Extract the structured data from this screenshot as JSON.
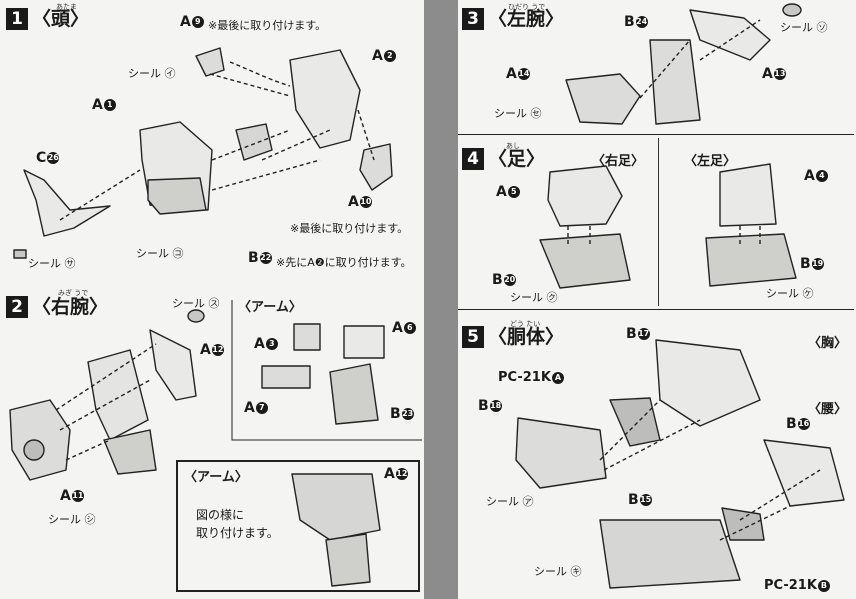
{
  "steps": [
    {
      "num": "1",
      "title": "〈頭〉",
      "ruby": "あたま"
    },
    {
      "num": "2",
      "title": "〈右腕〉",
      "ruby": "みぎ うで"
    },
    {
      "num": "3",
      "title": "〈左腕〉",
      "ruby": "ひだり うで"
    },
    {
      "num": "4",
      "title": "〈足〉",
      "ruby": "あし"
    },
    {
      "num": "5",
      "title": "〈胴体〉",
      "ruby": "どう たい"
    }
  ],
  "head": {
    "a9": "A",
    "a9n": "9",
    "a9_note": "※最後に取り付けます。",
    "a2": "A",
    "a2n": "2",
    "a1": "A",
    "a1n": "1",
    "c26": "C",
    "c26n": "26",
    "a10": "A",
    "a10n": "10",
    "a10_note": "※最後に取り付けます。",
    "b22": "B",
    "b22n": "22",
    "b22_note": "※先にA❷に取り付けます。",
    "seal_i": "シール ㋑",
    "seal_sa": "シール ㋚",
    "seal_ko": "シール ㋙"
  },
  "right_arm": {
    "seal_su": "シール ㋜",
    "a12": "A",
    "a12n": "12",
    "a11": "A",
    "a11n": "11",
    "seal_shi": "シール ㋛",
    "arm_label": "〈アーム〉",
    "a3": "A",
    "a3n": "3",
    "a6": "A",
    "a6n": "6",
    "a7": "A",
    "a7n": "7",
    "b23": "B",
    "b23n": "23",
    "inset_label": "〈アーム〉",
    "inset_a12": "A",
    "inset_a12n": "12",
    "inset_note_1": "図の様に",
    "inset_note_2": "取り付けます。"
  },
  "left_arm": {
    "b24": "B",
    "b24n": "24",
    "seal_so": "シール ㋞",
    "a14": "A",
    "a14n": "14",
    "a13": "A",
    "a13n": "13",
    "seal_se": "シール ㋝"
  },
  "legs": {
    "right_foot": "〈右足〉",
    "left_foot": "〈左足〉",
    "a5": "A",
    "a5n": "5",
    "a4": "A",
    "a4n": "4",
    "b20": "B",
    "b20n": "20",
    "b19": "B",
    "b19n": "19",
    "seal_ku": "シール ㋗",
    "seal_ke": "シール ㋘"
  },
  "torso": {
    "chest": "〈胸〉",
    "waist": "〈腰〉",
    "b17": "B",
    "b17n": "17",
    "pc_a": "PC-21K",
    "pc_a_badge": "A",
    "b18": "B",
    "b18n": "18",
    "b16": "B",
    "b16n": "16",
    "seal_a": "シール ㋐",
    "b15": "B",
    "b15n": "15",
    "seal_ki": "シール ㋖",
    "pc_b": "PC-21K",
    "pc_b_badge": "B"
  }
}
